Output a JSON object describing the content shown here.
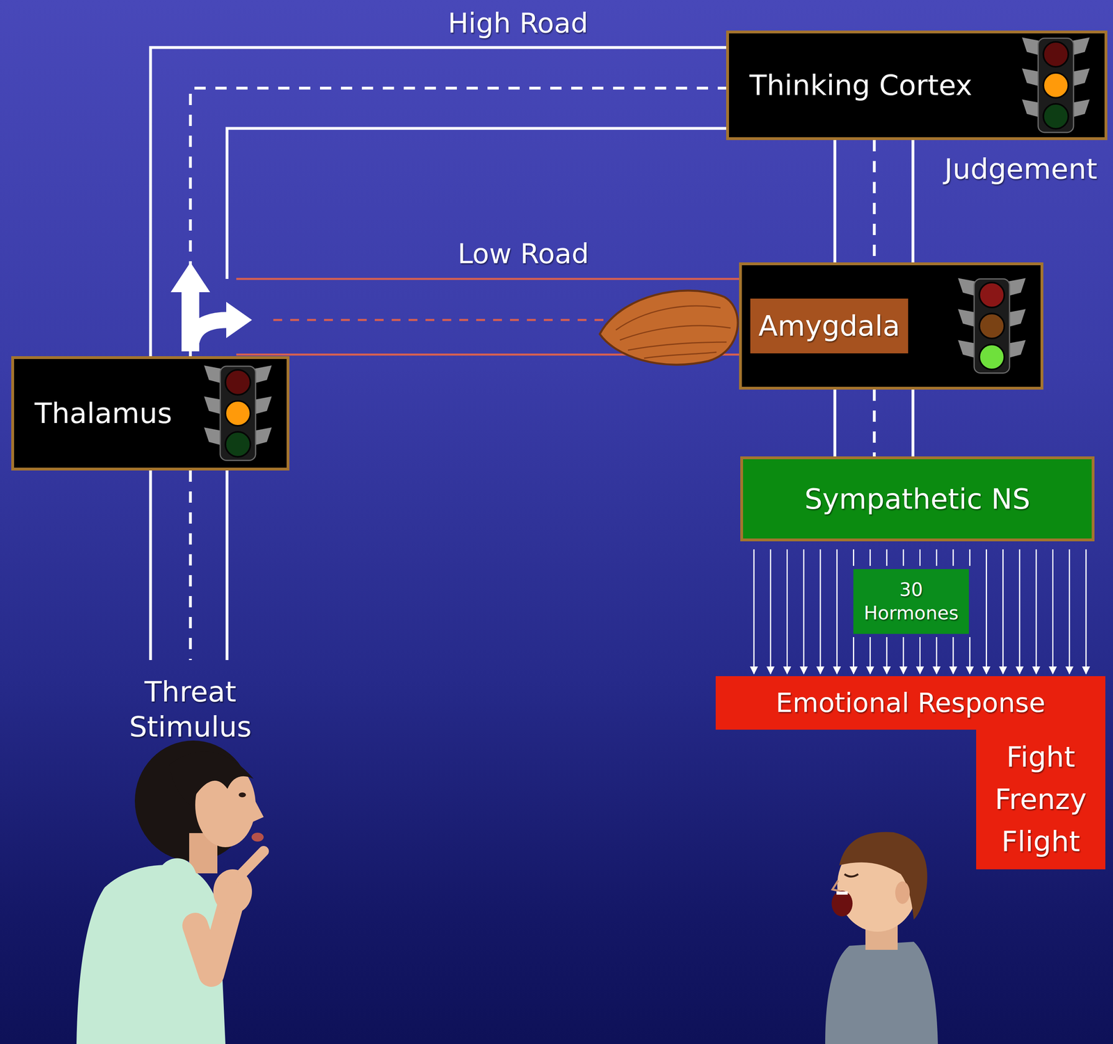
{
  "diagram": {
    "nodes": [
      {
        "text": [
          "Thinking Cortex"
        ]
      },
      {
        "text": [
          "Amygdala"
        ]
      },
      {
        "text": [
          "Thalamus"
        ]
      },
      {
        "text": [
          "Sympathetic NS"
        ]
      },
      {
        "text": [
          "30 Hormones"
        ]
      },
      {
        "text": [
          "Emotional Response"
        ]
      },
      {
        "text": [
          "Fight Frenzy Flight"
        ]
      }
    ],
    "edges": [
      {
        "from": 2,
        "to": 0,
        "arrow": "none",
        "label": "High Road"
      },
      {
        "from": 2,
        "to": 1,
        "arrow": "none",
        "label": "Low Road"
      },
      {
        "from": 0,
        "to": 1,
        "arrow": "none",
        "label": "Judgement"
      },
      {
        "from": 1,
        "to": 3,
        "arrow": "none"
      },
      {
        "from": 3,
        "to": 5,
        "arrow": "to"
      }
    ],
    "labels": [
      "Threat Stimulus"
    ]
  }
}
